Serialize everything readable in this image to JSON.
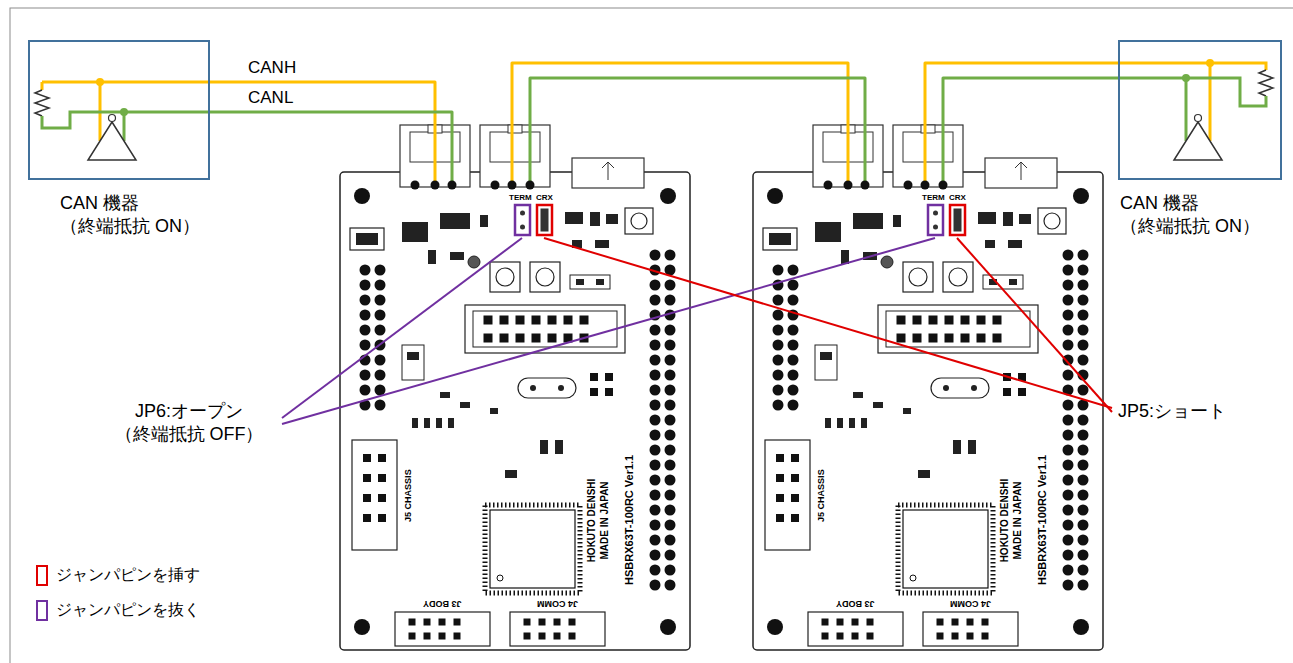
{
  "diagram": {
    "nodes": [
      {
        "text": [
          "CAN 機器 （終端抵抗 ON）"
        ]
      },
      {
        "text": [
          "HSBRX63T-100RC Ver1.1",
          "HOKUTO DENSHI MADE IN JAPAN"
        ]
      },
      {
        "text": [
          "HSBRX63T-100RC Ver1.1",
          "HOKUTO DENSHI MADE IN JAPAN"
        ]
      },
      {
        "text": [
          "CAN 機器 （終端抵抗 ON）"
        ]
      }
    ],
    "edges": [
      {
        "from": 0,
        "to": 1,
        "arrow": "none",
        "label": "CANH"
      },
      {
        "from": 0,
        "to": 1,
        "arrow": "none",
        "label": "CANL"
      },
      {
        "from": 1,
        "to": 2,
        "arrow": "none"
      },
      {
        "from": 1,
        "to": 2,
        "arrow": "none"
      },
      {
        "from": 2,
        "to": 3,
        "arrow": "none"
      },
      {
        "from": 2,
        "to": 3,
        "arrow": "none"
      }
    ],
    "labels": [
      "JP6:オープン （終端抵抗 OFF）",
      "JP5:ショート",
      "TERM",
      "CRX",
      "J5 CHASSIS",
      "J3 BODY",
      "J4 COMM",
      "TERM",
      "CRX",
      "J5 CHASSIS",
      "J3 BODY",
      "J4 COMM"
    ],
    "legend": [
      {
        "text": "ジャンパピンを挿す"
      },
      {
        "text": "ジャンパピンを抜く"
      }
    ]
  }
}
